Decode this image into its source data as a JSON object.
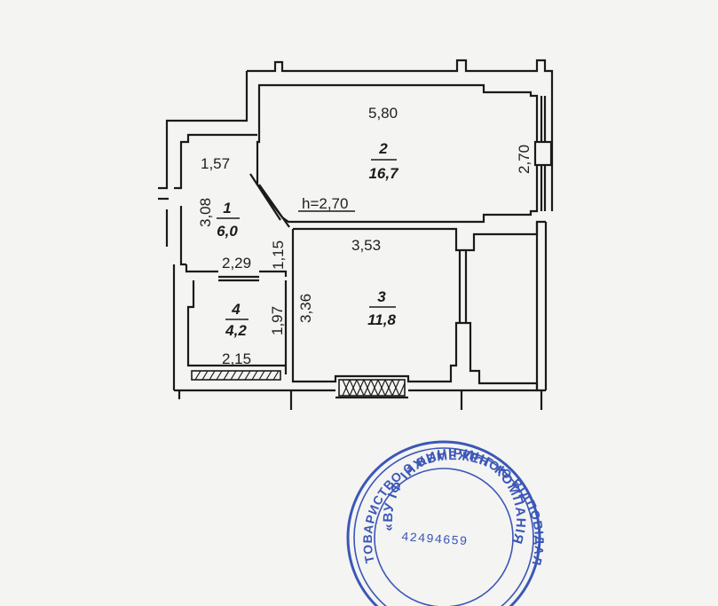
{
  "plan": {
    "ceiling_height": "h=2,70",
    "rooms": [
      {
        "number": "1",
        "area": "6,0",
        "dimensions": [
          "1,57",
          "3,08"
        ]
      },
      {
        "number": "2",
        "area": "16,7",
        "dimensions": [
          "5,80",
          "2,70"
        ]
      },
      {
        "number": "3",
        "area": "11,8",
        "dimensions": [
          "3,53",
          "3,36"
        ]
      },
      {
        "number": "4",
        "area": "4,2",
        "dimensions": [
          "2,15",
          "1,97"
        ]
      }
    ],
    "extra_dimensions": [
      "2,29",
      "1,15"
    ]
  },
  "stamp": {
    "outer_text": "ТОВАРИСТВО З ОБМЕЖЕНОЮ ВІДПОВІДАЛЬНІСТЮ",
    "inner_text": "«ВУ ІФ ІНЖИНІРИНГ КОМПАНІЯ»",
    "code": "42494659",
    "color": "#3b57b8"
  },
  "colors": {
    "wall": "#1a1a1a",
    "background": "#f4f4f2"
  }
}
